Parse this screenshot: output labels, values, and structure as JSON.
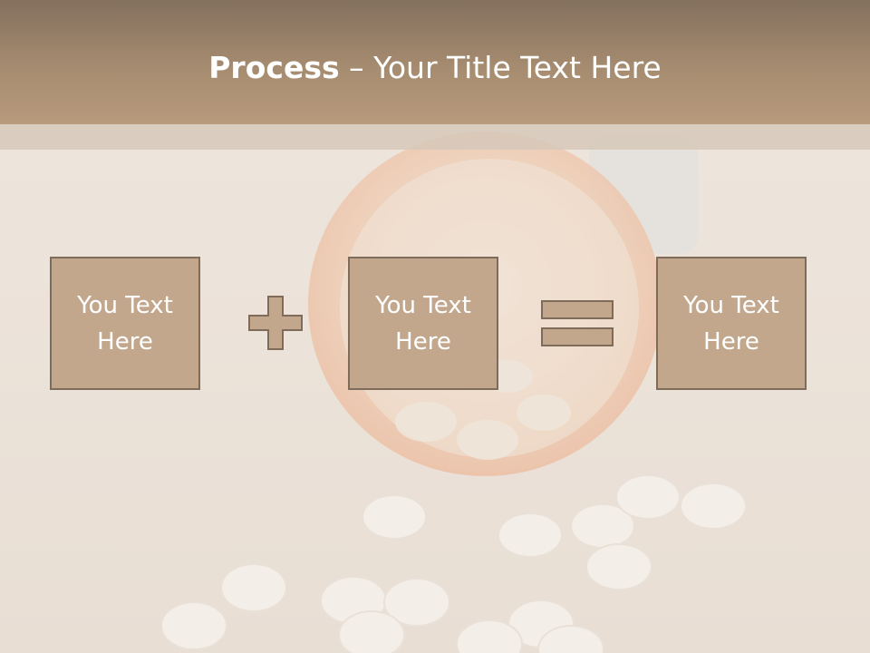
{
  "slide": {
    "title_bold": "Process",
    "title_rest": " – Your Title Text Here"
  },
  "boxes": [
    {
      "text": "You Text\nHere"
    },
    {
      "text": "You Text\nHere"
    },
    {
      "text": "You Text\nHere"
    }
  ],
  "operators": {
    "first": "plus-icon",
    "second": "equals-icon"
  },
  "colors": {
    "title_bar": "#a68c70",
    "box_fill": "#c2a78c",
    "box_border": "#7f6b5a",
    "text": "#ffffff"
  }
}
